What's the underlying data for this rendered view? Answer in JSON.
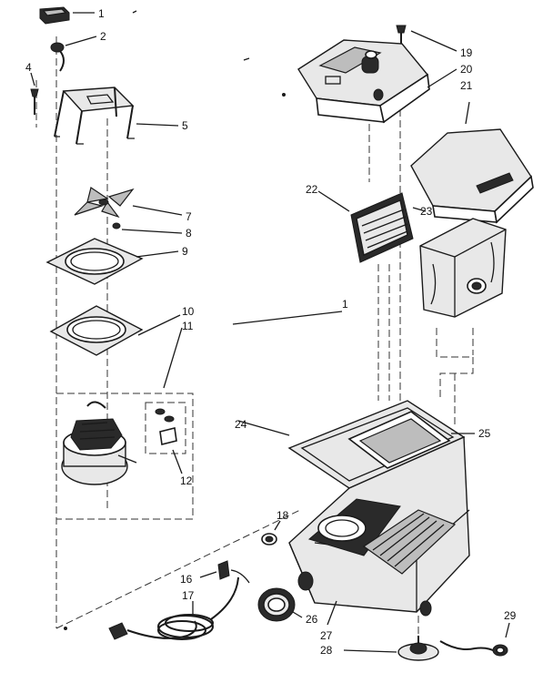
{
  "callouts": [
    {
      "id": "p1",
      "text": "1"
    },
    {
      "id": "p2",
      "text": "2"
    },
    {
      "id": "p4",
      "text": "4"
    },
    {
      "id": "p5",
      "text": "5"
    },
    {
      "id": "p7",
      "text": "7"
    },
    {
      "id": "p8",
      "text": "8"
    },
    {
      "id": "p9",
      "text": "9"
    },
    {
      "id": "p10",
      "text": "10"
    },
    {
      "id": "p11",
      "text": "11"
    },
    {
      "id": "p12",
      "text": "12"
    },
    {
      "id": "p16",
      "text": "16"
    },
    {
      "id": "p17",
      "text": "17"
    },
    {
      "id": "p18",
      "text": "18"
    },
    {
      "id": "p19",
      "text": "19"
    },
    {
      "id": "p20",
      "text": "20"
    },
    {
      "id": "p21",
      "text": "21"
    },
    {
      "id": "p22",
      "text": "22"
    },
    {
      "id": "p23",
      "text": "23"
    },
    {
      "id": "p24",
      "text": "24"
    },
    {
      "id": "p25",
      "text": "25"
    },
    {
      "id": "p26",
      "text": "26"
    },
    {
      "id": "p27",
      "text": "27"
    },
    {
      "id": "p28",
      "text": "28"
    },
    {
      "id": "p29",
      "text": "29"
    },
    {
      "id": "stray",
      "text": "1"
    }
  ]
}
